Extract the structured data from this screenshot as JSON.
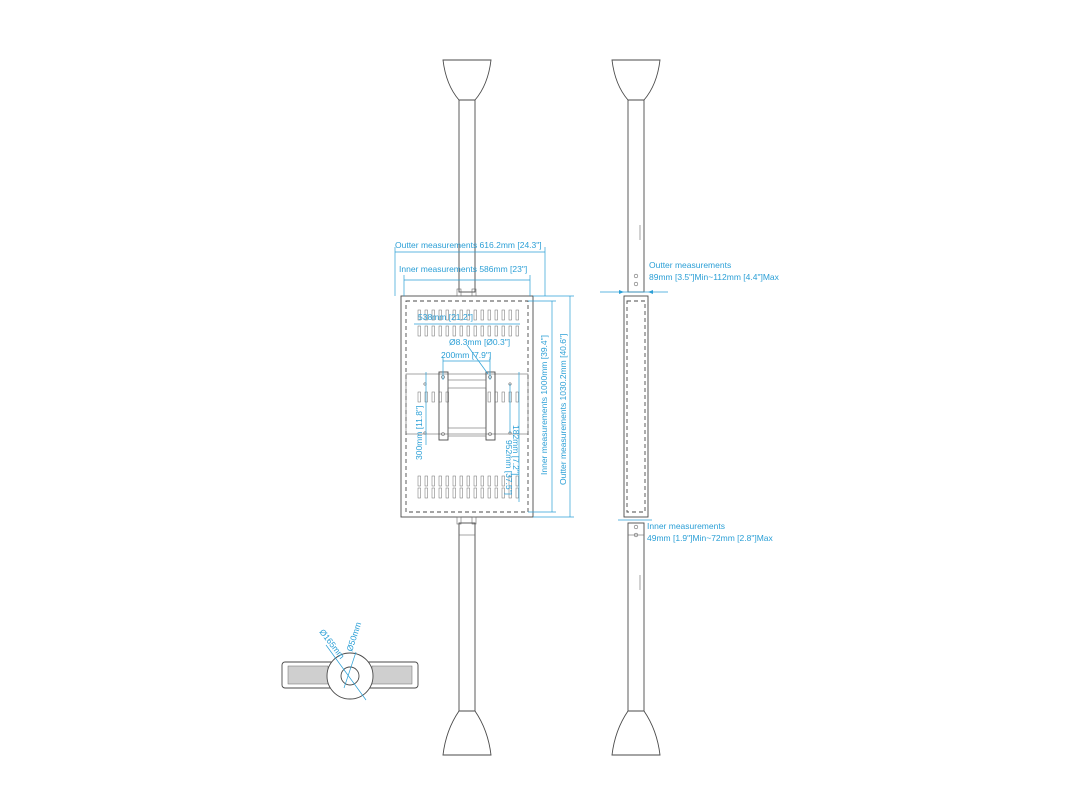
{
  "colors": {
    "dimension": "#2b9fd6",
    "outline": "#4a4a4a",
    "background": "#ffffff"
  },
  "front_view": {
    "outer_width": "Outter measurements 616.2mm [24.3\"]",
    "inner_width": "Inner measurements 586mm [23\"]",
    "width_538": "538mm [21.2\"]",
    "hole_diameter": "Ø8.3mm [Ø0.3\"]",
    "vesa_200": "200mm [7.9\"]",
    "vesa_300": "300mm [11.8\"]",
    "dim_182": "182mm [7.2\"]",
    "dim_952": "952mm [37.5\"]",
    "inner_height": "Inner measurements 1000mm [39.4\"]",
    "outer_height": "Outter measurements 1030.2mm [40.6\"]"
  },
  "side_view": {
    "outer_depth_title": "Outter measurements",
    "outer_depth_value": "89mm [3.5\"]Min~112mm [4.4\"]Max",
    "inner_depth_title": "Inner measurements",
    "inner_depth_value": "49mm [1.9\"]Min~72mm [2.8\"]Max"
  },
  "base_detail": {
    "outer_diameter": "Ø165mm",
    "inner_diameter": "Ø50mm"
  }
}
